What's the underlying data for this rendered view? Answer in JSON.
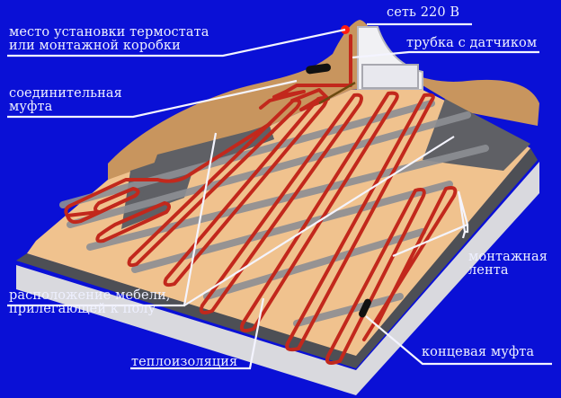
{
  "diagram": {
    "title": "Electric underfloor heating cable installation",
    "colors": {
      "background": "#0a10d6",
      "screed": "#f1c38f",
      "wall": "#c8955e",
      "insulation_side": "#d8d8dc",
      "insulation_edge": "#4d4f55",
      "furniture_zone": "#5f6065",
      "cable": "#c2281c",
      "tape": "#8d8f94",
      "leader": "#f4f4ff"
    },
    "labels": {
      "thermostat": "место установки термостата\nили монтажной коробки",
      "mains": "сеть 220 В",
      "sensor_tube": "трубка с датчиком",
      "coupling": "соединительная\nмуфта",
      "mounting_tape": "монтажная\nлента",
      "furniture": "расположение мебели,\nприлегающей к полу",
      "end_coupling": "концевая муфта",
      "insulation": "теплоизоляция"
    }
  }
}
